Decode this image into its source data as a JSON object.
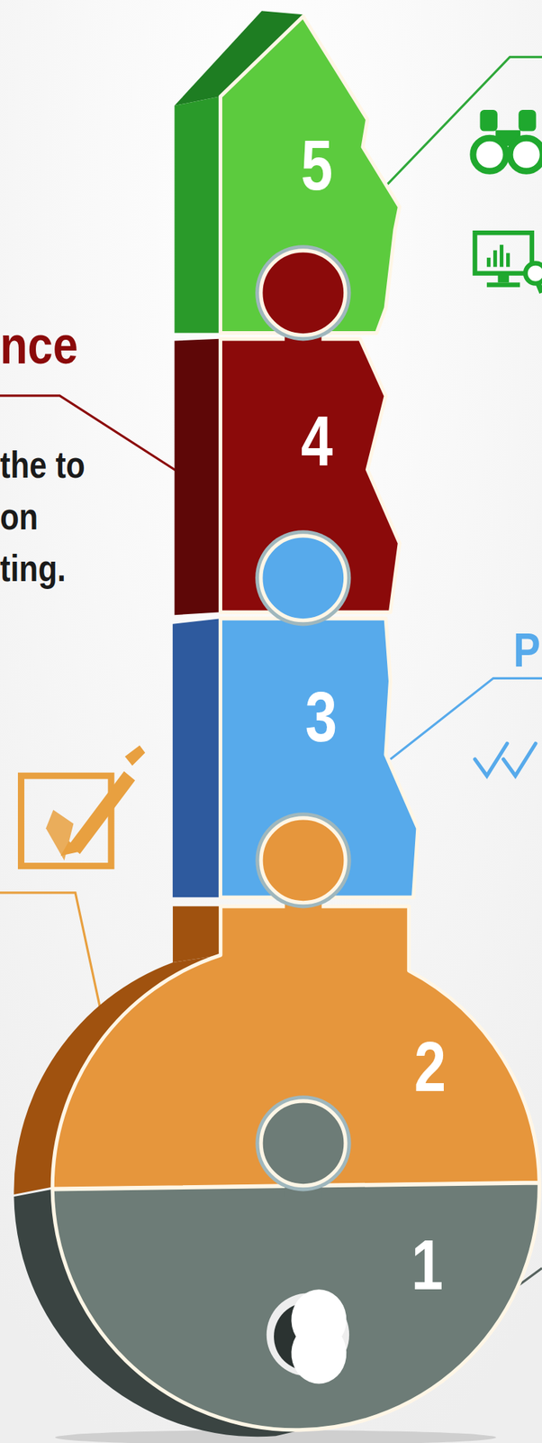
{
  "diagram": {
    "nodes": [
      {
        "text": [
          "5"
        ]
      },
      {
        "text": [
          "4"
        ]
      },
      {
        "text": [
          "3"
        ]
      },
      {
        "text": [
          "2"
        ]
      },
      {
        "text": [
          "1"
        ]
      }
    ],
    "labels": [
      "nce",
      "the to on ting.",
      "P"
    ]
  }
}
